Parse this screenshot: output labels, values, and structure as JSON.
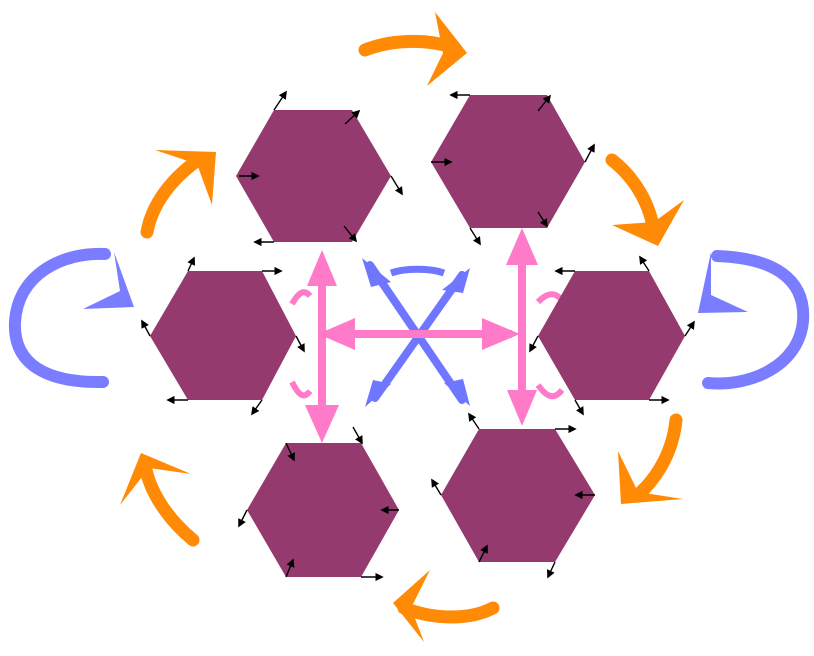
{
  "diagram": {
    "hexagon_count": 6,
    "colors": {
      "hexagon_fill": "#953a6e",
      "cycle_arrow": "#ff8a05",
      "self_loop_arrow": "#7a7dff",
      "center_pink_arrow": "#ff7ac8",
      "center_blue_arrow": "#6f76ff",
      "small_arrow": "#000000"
    },
    "cycle_arrow_count": 6,
    "self_loop_count": 2,
    "center_arrow_sets": [
      "pink-vertical-horizontal",
      "blue-diagonal"
    ]
  }
}
